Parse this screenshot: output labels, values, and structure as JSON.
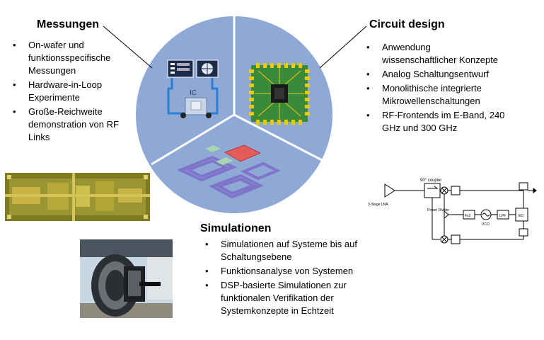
{
  "sections": {
    "messungen": {
      "title": "Messungen",
      "items": [
        "On-wafer und funktionsspecifische Messungen",
        "Hardware-in-Loop Experimente",
        "Große-Reichweite demonstration von RF Links"
      ]
    },
    "circuit": {
      "title": "Circuit design",
      "items": [
        "Anwendung wissenschaftlicher Konzepte",
        "Analog Schaltungsentwurf",
        "Monolithische integrierte Mikrowellenschaltungen",
        "RF-Frontends im E-Band, 240 GHz und 300 GHz"
      ]
    },
    "simulationen": {
      "title": "Simulationen",
      "items": [
        "Simulationen auf Systeme bis auf Schaltungsebene",
        "Funktionsanalyse von Systemen",
        "DSP-basierte Simulationen zur funktionalen Verifikation der Systemkonzepte  in Echtzeit"
      ]
    }
  },
  "pie_icons": {
    "measurement_label": "IC"
  },
  "block_diagram": {
    "coupler": "90° coupler",
    "lna": "3-Stage LNA",
    "divider": "Power Divider",
    "multiplier": "Fx2",
    "vco": "VCO",
    "lpf": "LPF",
    "ed": "ED"
  },
  "colors": {
    "pie_fill": "#8fa9d6",
    "pie_divider": "#ffffff",
    "chip_gold": "#e8c81a",
    "chip_die_green": "#3a8a3a"
  }
}
